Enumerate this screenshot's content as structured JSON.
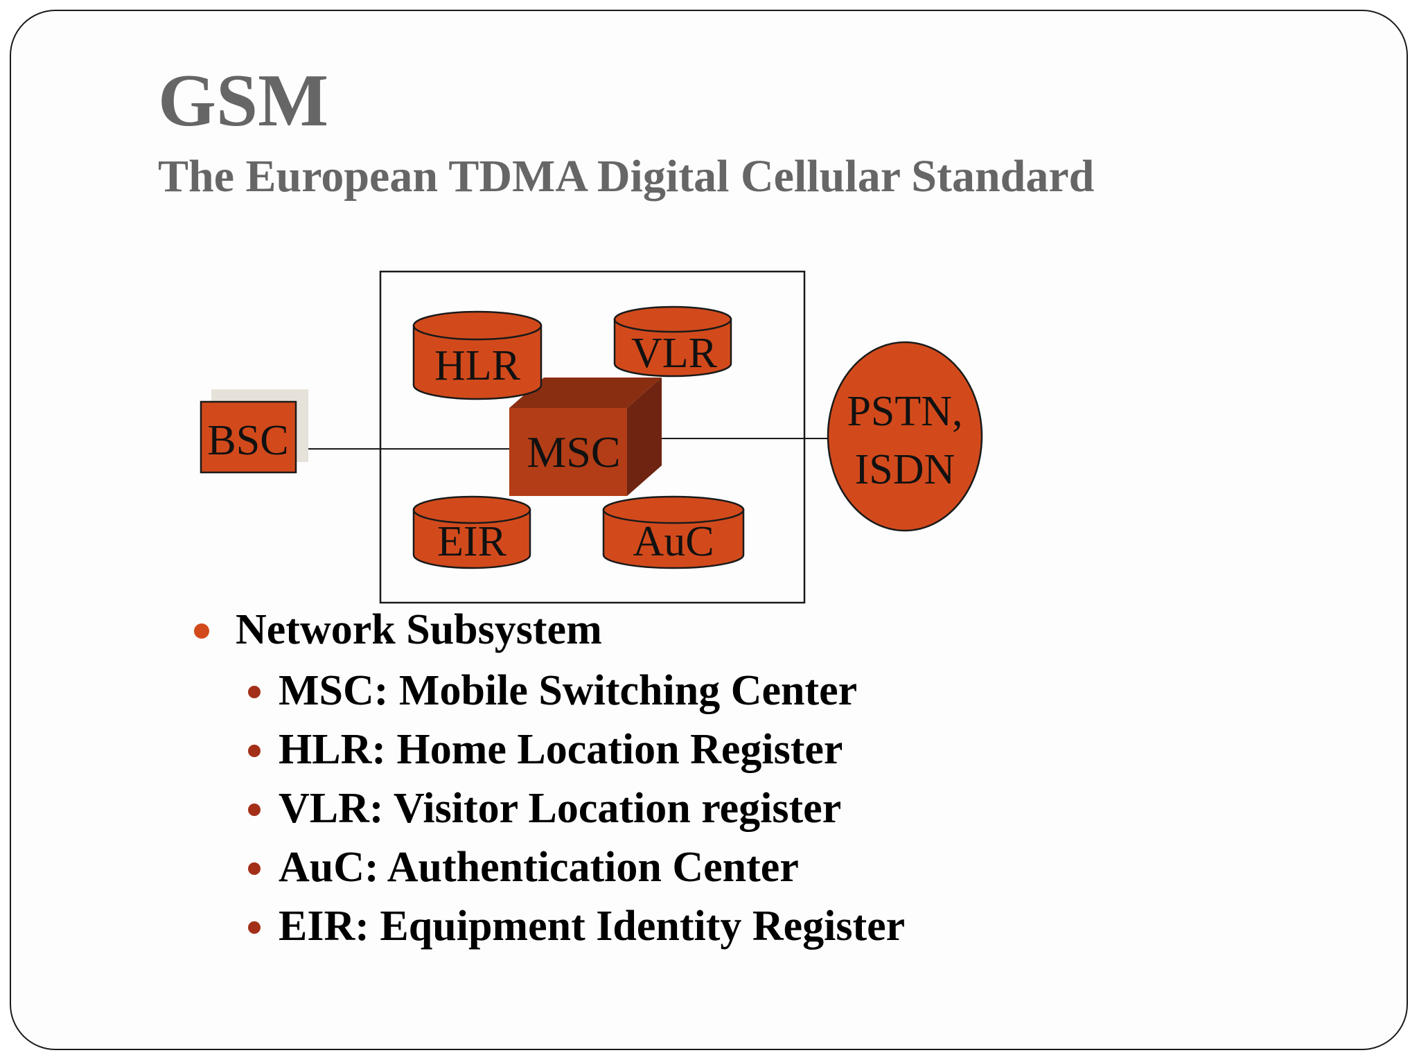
{
  "slide": {
    "title": "GSM",
    "subtitle": "The European TDMA Digital Cellular Standard"
  },
  "diagram": {
    "nodes": {
      "bsc": "BSC",
      "msc": "MSC",
      "hlr": "HLR",
      "vlr": "VLR",
      "eir": "EIR",
      "auc": "AuC",
      "pstn_line1": "PSTN,",
      "pstn_line2": "ISDN"
    },
    "colors": {
      "node_fill": "#d24a1c",
      "msc_front": "#b23d16",
      "msc_top": "#8a2e12",
      "msc_side": "#6e2410",
      "stroke": "#1a1a1a"
    }
  },
  "bullets": {
    "main": "Network Subsystem",
    "sub": [
      "MSC: Mobile Switching Center",
      "HLR: Home Location Register",
      "VLR: Visitor Location register",
      "AuC: Authentication Center",
      "EIR: Equipment Identity Register"
    ],
    "colors": {
      "main_dot": "#d24a1c",
      "sub_dot": "#a32f18"
    }
  }
}
